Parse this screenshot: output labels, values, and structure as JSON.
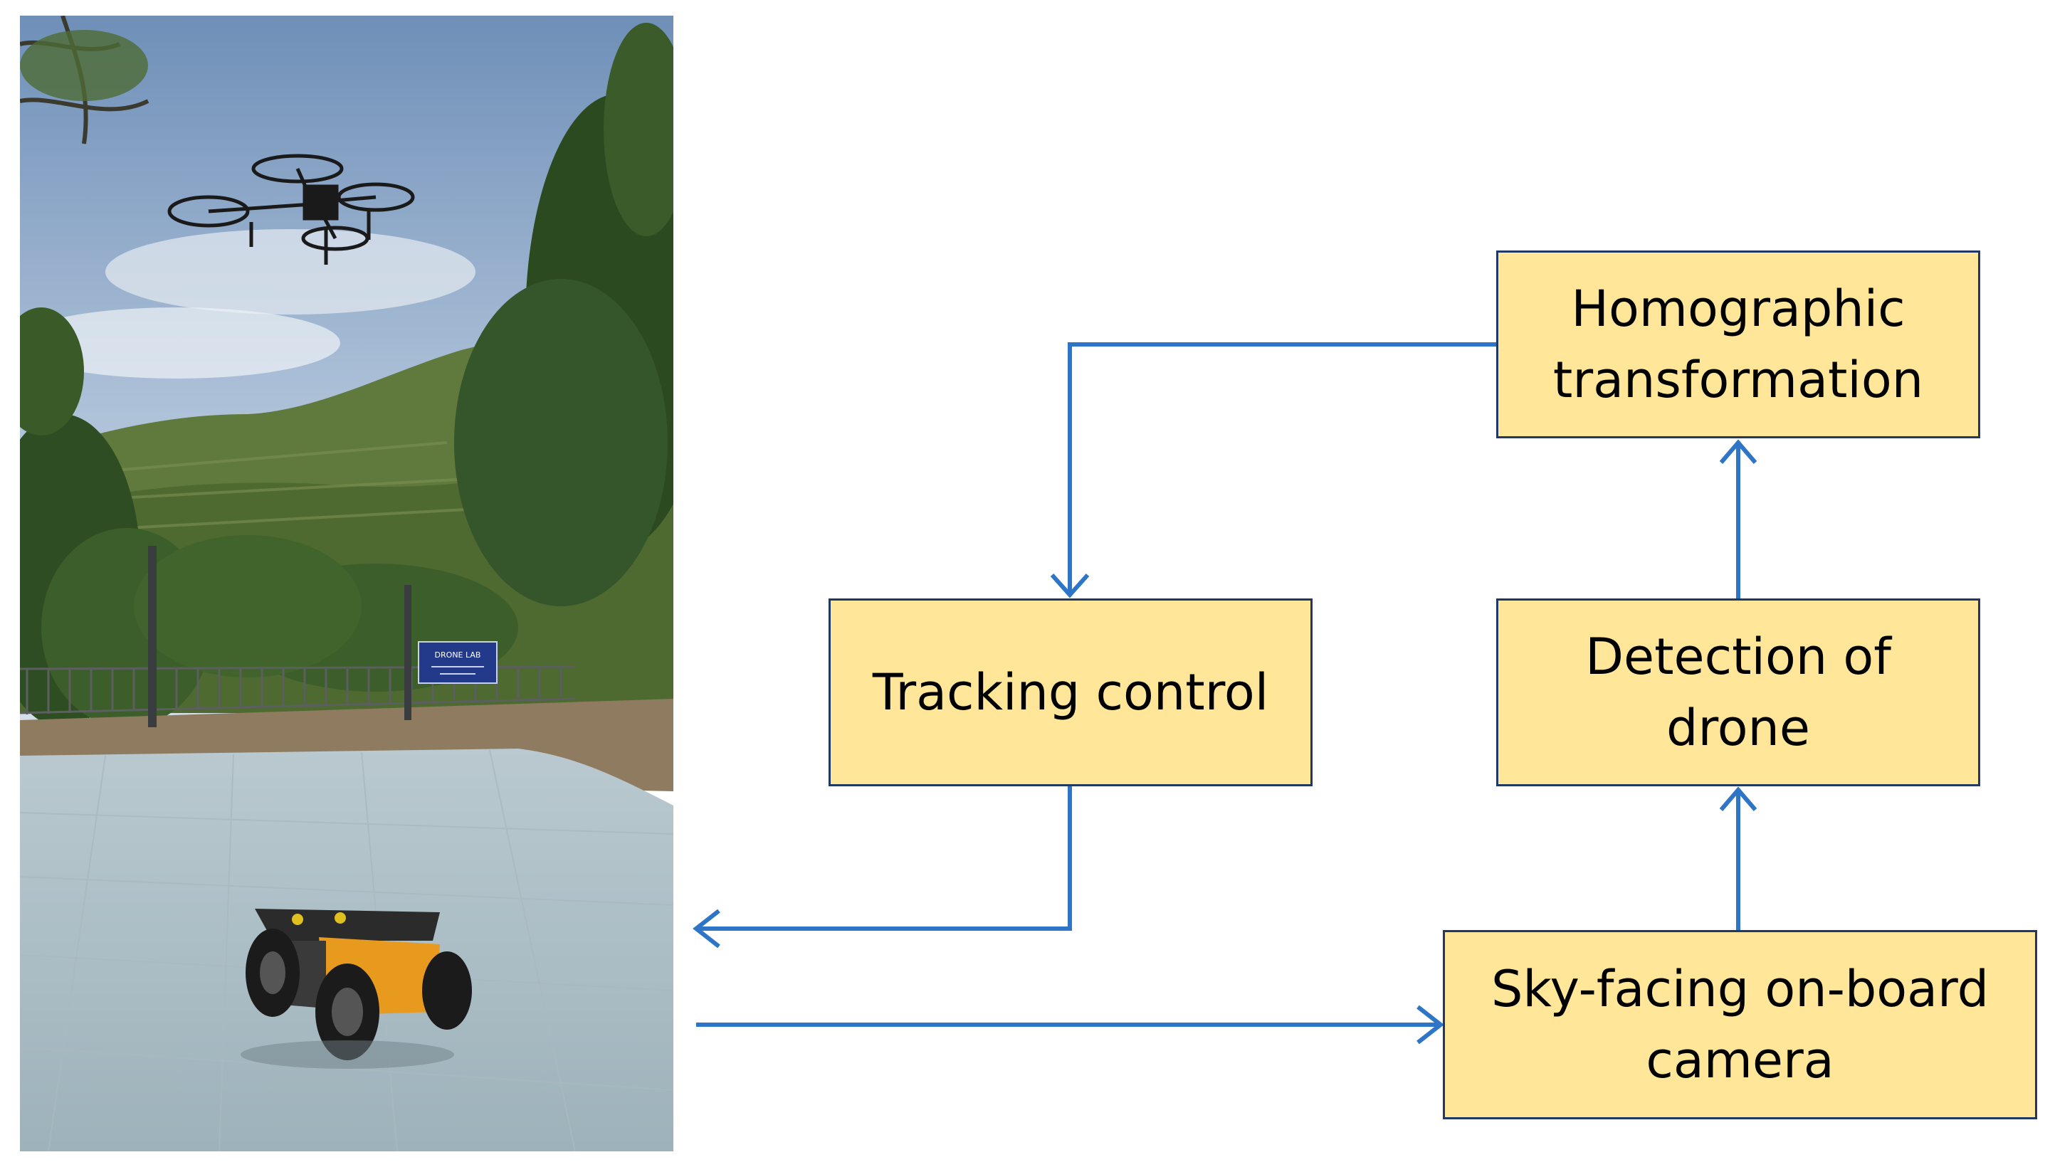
{
  "diagram": {
    "boxes": {
      "homography": "Homographic\ntransformation",
      "detection": "Detection of\ndrone",
      "tracking": "Tracking control",
      "camera": "Sky-facing on-board\ncamera"
    },
    "colors": {
      "box_fill": "#ffe699",
      "box_border": "#1f3864",
      "arrow": "#2e75c7"
    }
  },
  "photo": {
    "sign_text": "DRONE LAB"
  }
}
